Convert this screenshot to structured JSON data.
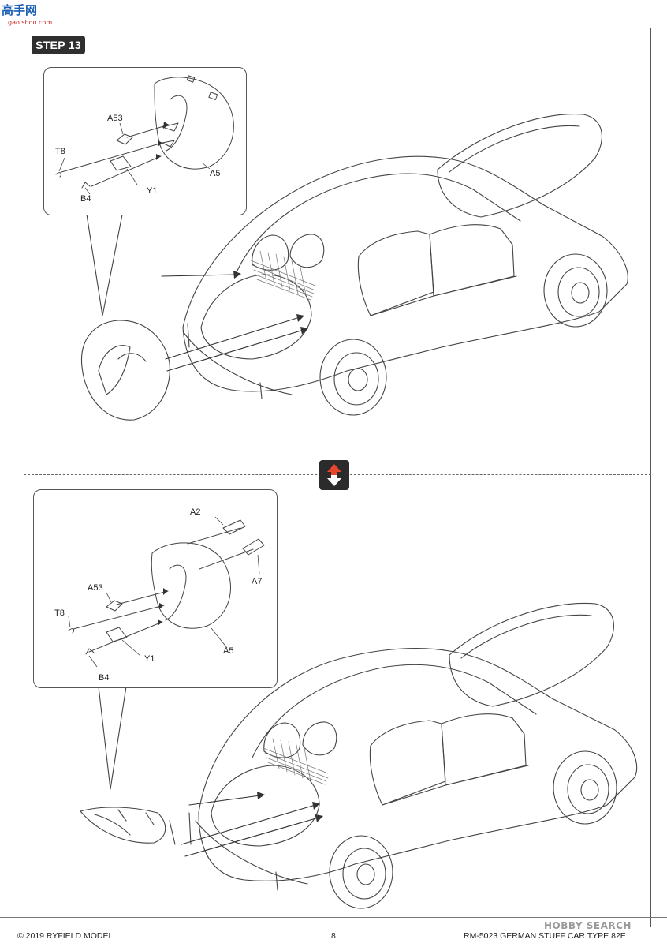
{
  "site_logo": {
    "text": "高手网",
    "sub": "gao.shou.com"
  },
  "step": {
    "label": "STEP 13"
  },
  "top_detail": {
    "labels": {
      "a53": "A53",
      "t8": "T8",
      "b4": "B4",
      "y1": "Y1",
      "a5": "A5"
    }
  },
  "bottom_detail": {
    "labels": {
      "a2": "A2",
      "a7": "A7",
      "a53": "A53",
      "t8": "T8",
      "b4": "B4",
      "y1": "Y1",
      "a5": "A5"
    }
  },
  "option_swap_icon": "up-down-arrow-icon",
  "footer": {
    "copyright": "© 2019 RYFIELD MODEL",
    "page_number": "8",
    "kit_title": "RM-5023 GERMAN STUFF CAR TYPE 82E"
  },
  "watermark": "HOBBY SEARCH",
  "colors": {
    "ink": "#2b2b2b",
    "arrow_red": "#e8452f",
    "logo_blue": "#1a5fb4"
  }
}
